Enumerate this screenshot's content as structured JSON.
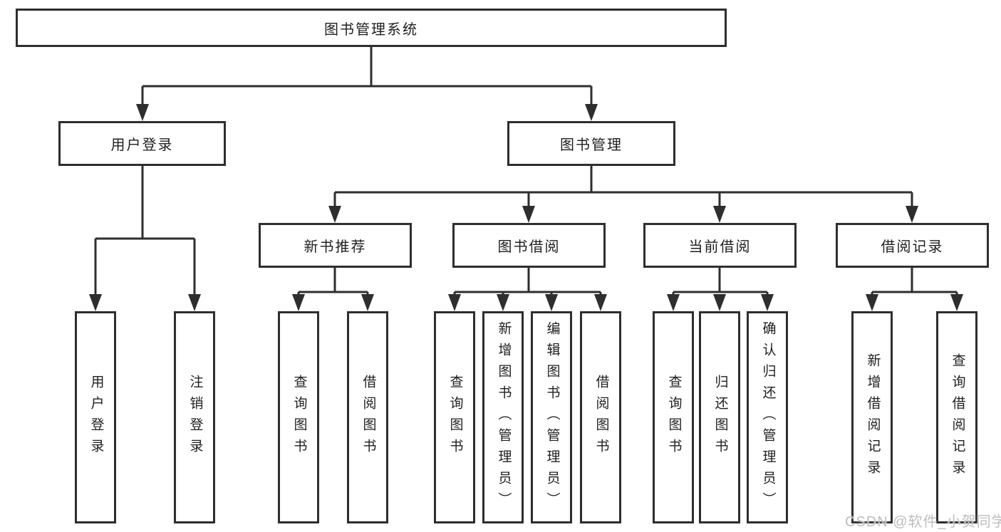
{
  "tree": {
    "root": {
      "label": "图书管理系统"
    },
    "branches": [
      {
        "label": "用户登录",
        "children": [
          {
            "label": "用户登录"
          },
          {
            "label": "注销登录"
          }
        ]
      },
      {
        "label": "图书管理",
        "children": [
          {
            "label": "新书推荐",
            "children": [
              {
                "label": "查询图书"
              },
              {
                "label": "借阅图书"
              }
            ]
          },
          {
            "label": "图书借阅",
            "children": [
              {
                "label": "查询图书"
              },
              {
                "label": "新增图书（管理员）"
              },
              {
                "label": "编辑图书（管理员）"
              },
              {
                "label": "借阅图书"
              }
            ]
          },
          {
            "label": "当前借阅",
            "children": [
              {
                "label": "查询图书"
              },
              {
                "label": "归还图书"
              },
              {
                "label": "确认归还（管理员）"
              }
            ]
          },
          {
            "label": "借阅记录",
            "children": [
              {
                "label": "新增借阅记录"
              },
              {
                "label": "查询借阅记录"
              }
            ]
          }
        ]
      }
    ]
  },
  "watermark": {
    "text": "CSDN @软件_小贺同学"
  },
  "colors": {
    "line": "#2e2e2e",
    "box_border": "#2e2e2e",
    "text": "#1f1f1f",
    "watermark": "#bdbdbd",
    "background": "#ffffff"
  }
}
